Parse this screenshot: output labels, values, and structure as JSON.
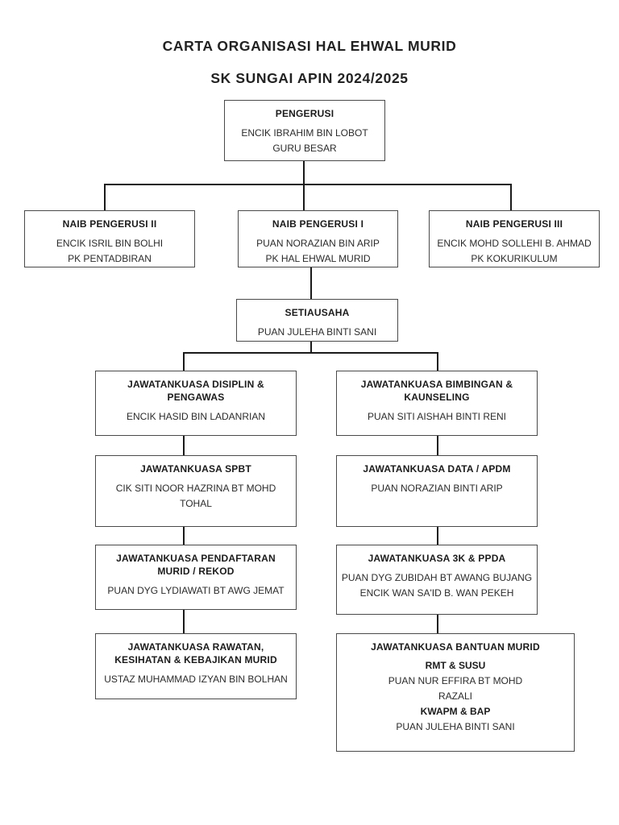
{
  "page": {
    "title": "CARTA ORGANISASI HAL EHWAL MURID",
    "subtitle": "SK SUNGAI APIN 2024/2025"
  },
  "colors": {
    "background": "#ffffff",
    "text": "#1e1e1e",
    "box_border": "#4a4a4a",
    "connector_line": "#1a1a1a"
  },
  "chart": {
    "pengerusi": {
      "title": [
        "PENGERUSI"
      ],
      "names": [
        "ENCIK IBRAHIM BIN LOBOT",
        "GURU BESAR"
      ]
    },
    "naib2": {
      "title": [
        "NAIB PENGERUSI II"
      ],
      "names": [
        "ENCIK ISRIL BIN BOLHI",
        "PK PENTADBIRAN"
      ]
    },
    "naib1": {
      "title": [
        "NAIB PENGERUSI I"
      ],
      "names": [
        "PUAN NORAZIAN BIN ARIP",
        "PK HAL EHWAL MURID"
      ]
    },
    "naib3": {
      "title": [
        "NAIB PENGERUSI III"
      ],
      "names": [
        "ENCIK MOHD SOLLEHI B. AHMAD",
        "PK KOKURIKULUM"
      ]
    },
    "setiausaha": {
      "title": [
        "SETIAUSAHA"
      ],
      "names": [
        "PUAN JULEHA BINTI SANI"
      ]
    },
    "left": [
      {
        "title": [
          "JAWATANKUASA DISIPLIN &",
          "PENGAWAS"
        ],
        "names": [
          "ENCIK HASID BIN LADANRIAN"
        ]
      },
      {
        "title": [
          "JAWATANKUASA SPBT"
        ],
        "names": [
          "CIK SITI NOOR HAZRINA BT MOHD",
          "TOHAL"
        ]
      },
      {
        "title": [
          "JAWATANKUASA PENDAFTARAN",
          "MURID / REKOD"
        ],
        "names": [
          "PUAN DYG LYDIAWATI BT AWG JEMAT"
        ]
      },
      {
        "title": [
          "JAWATANKUASA RAWATAN,",
          "KESIHATAN & KEBAJIKAN MURID"
        ],
        "names": [
          "USTAZ MUHAMMAD IZYAN BIN BOLHAN"
        ]
      }
    ],
    "right": [
      {
        "title": [
          "JAWATANKUASA BIMBINGAN &",
          "KAUNSELING"
        ],
        "names": [
          "PUAN SITI AISHAH BINTI RENI"
        ]
      },
      {
        "title": [
          "JAWATANKUASA DATA / APDM"
        ],
        "names": [
          "PUAN NORAZIAN BINTI ARIP"
        ]
      },
      {
        "title": [
          "JAWATANKUASA 3K & PPDA"
        ],
        "names": [
          "PUAN DYG ZUBIDAH BT AWANG BUJANG",
          "ENCIK WAN SA'ID B. WAN PEKEH"
        ]
      },
      {
        "title": [
          "JAWATANKUASA BANTUAN MURID"
        ],
        "programs": [
          {
            "role": "RMT & SUSU",
            "names": [
              "PUAN NUR EFFIRA BT MOHD",
              "RAZALI"
            ]
          },
          {
            "role": "KWAPM & BAP",
            "names": [
              "PUAN JULEHA BINTI SANI"
            ]
          }
        ]
      }
    ]
  }
}
